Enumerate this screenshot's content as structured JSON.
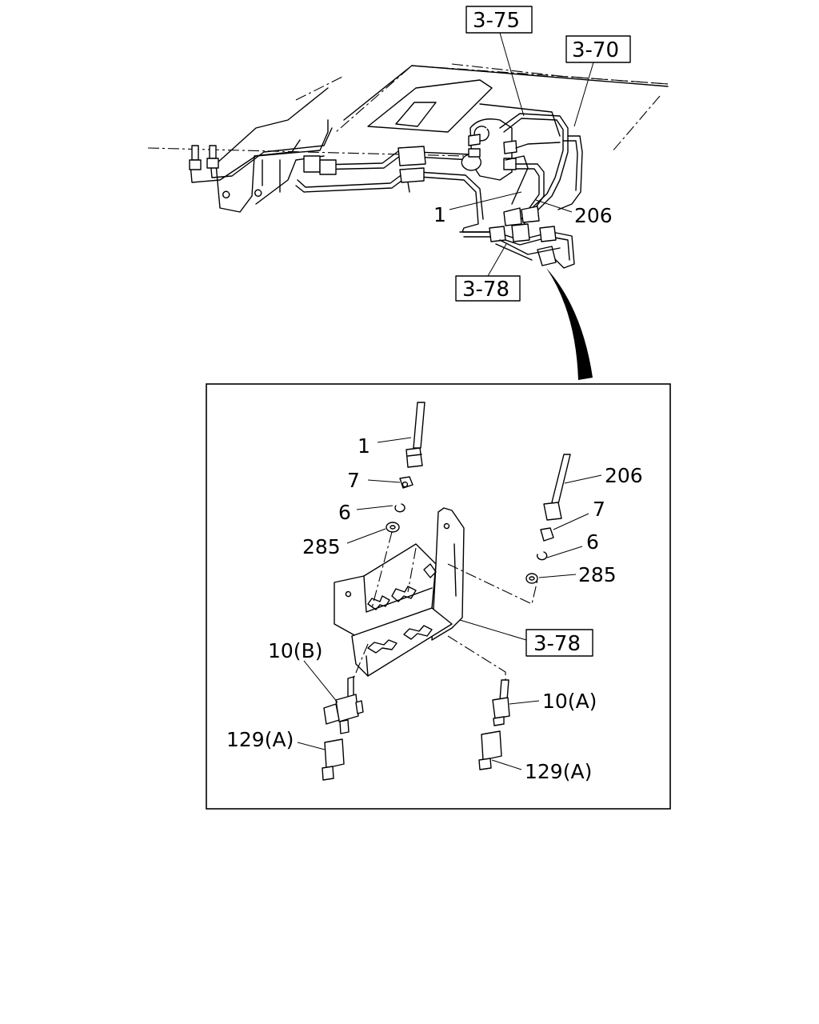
{
  "references": {
    "ref_3_75": "3-75",
    "ref_3_70": "3-70",
    "ref_3_78_top": "3-78",
    "ref_3_78_detail": "3-78"
  },
  "top_labels": {
    "part_1": "1",
    "part_206": "206"
  },
  "detail_labels": {
    "part_1": "1",
    "part_7_left": "7",
    "part_6_left": "6",
    "part_285_left": "285",
    "part_206": "206",
    "part_7_right": "7",
    "part_6_right": "6",
    "part_285_right": "285",
    "part_10b": "10(B)",
    "part_10a": "10(A)",
    "part_129a_left": "129(A)",
    "part_129a_right": "129(A)"
  }
}
